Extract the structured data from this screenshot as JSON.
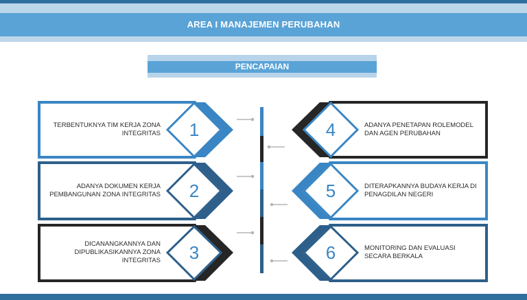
{
  "header": {
    "title": "AREA I MANAJEMEN PERUBAHAN"
  },
  "subheader": {
    "title": "PENCAPAIAN"
  },
  "items": [
    {
      "number": "1",
      "text": "TERBENTUKNYA TIM KERJA ZONA INTEGRITAS",
      "color": "#3a86c4"
    },
    {
      "number": "2",
      "text": "ADANYA DOKUMEN KERJA PEMBANGUNAN ZONA INTEGRITAS",
      "color": "#2d5f8a"
    },
    {
      "number": "3",
      "text": "DICANANGKANNYA DAN DIPUBLIKASIKANNYA ZONA INTEGRITAS",
      "color": "#262626"
    },
    {
      "number": "4",
      "text": "ADANYA PENETAPAN ROLEMODEL DAN AGEN PERUBAHAN",
      "color": "#262626"
    },
    {
      "number": "5",
      "text": "DITERAPKANNYA BUDAYA KERJA DI PENAGDILAN NEGERI",
      "color": "#3a86c4"
    },
    {
      "number": "6",
      "text": "MONITORING DAN EVALUASI SECARA BERKALA",
      "color": "#2d5f8a"
    }
  ],
  "colors": {
    "blue": "#3a86c4",
    "dark_blue": "#2d5f8a",
    "black": "#262626",
    "header_blue": "#5aa3d6",
    "light_blue": "#bcd6ea"
  }
}
